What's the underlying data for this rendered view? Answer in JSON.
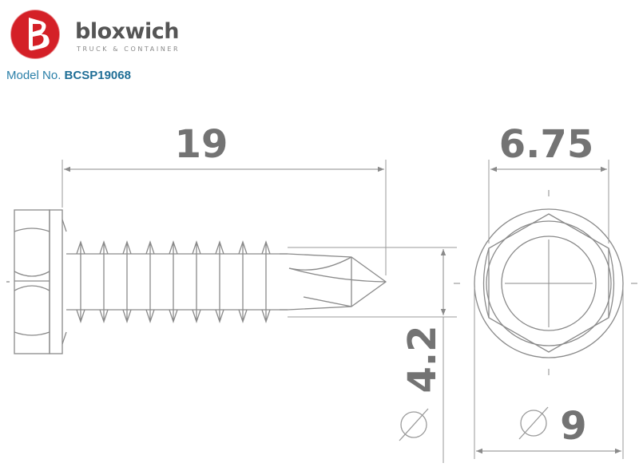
{
  "brand": {
    "name": "bloxwich",
    "tagline": "TRUCK & CONTAINER",
    "colors": {
      "red": "#d42027",
      "text": "#555555"
    }
  },
  "model": {
    "label": "Model No.",
    "number": "BCSP19068"
  },
  "dimensions": {
    "length": "19",
    "hex_across_flats": "6.75",
    "thread_diameter": "4.2",
    "flange_diameter": "9",
    "diameter_symbol": "∅"
  },
  "colors": {
    "line": "#8a8a8a",
    "dim_text": "#737373",
    "model_text": "#2a7fa8"
  }
}
